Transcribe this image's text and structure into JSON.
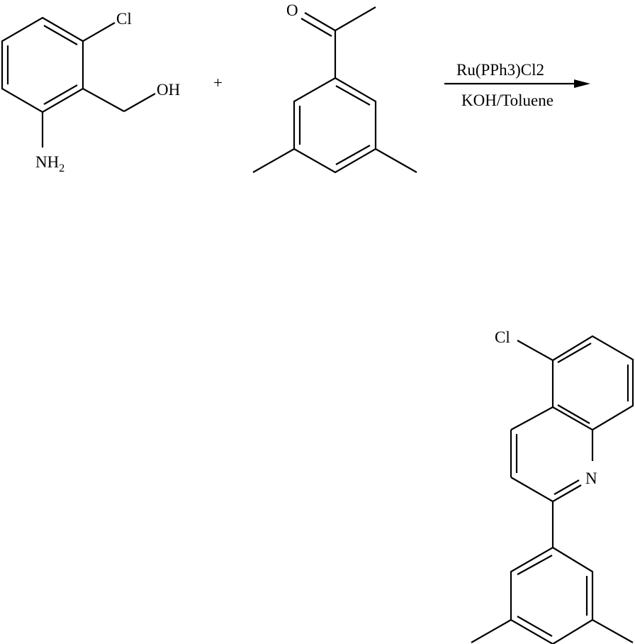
{
  "reactant_1": {
    "labels": {
      "cl": "Cl",
      "oh": "OH",
      "nh": "NH",
      "sub2": "2"
    }
  },
  "plus": "+",
  "reactant_2": {
    "labels": {
      "o": "O"
    }
  },
  "reaction_arrow": {
    "reagent_above": "Ru(PPh3)Cl2",
    "reagent_below": "KOH/Toluene"
  },
  "product": {
    "labels": {
      "cl": "Cl",
      "n": "N"
    }
  }
}
